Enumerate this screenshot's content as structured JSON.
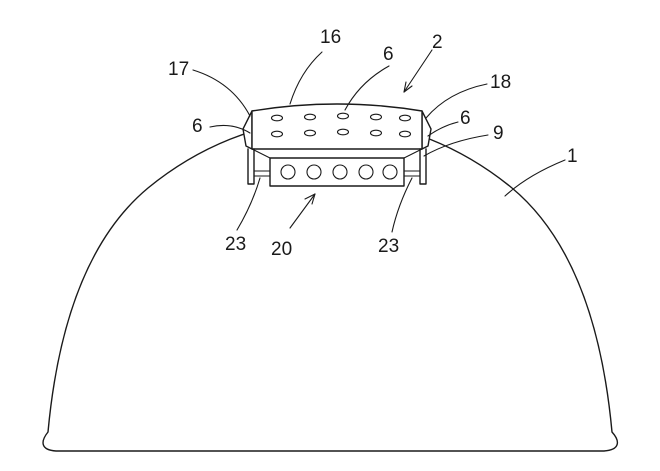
{
  "labels": {
    "helmet_shell": "1",
    "device": "2",
    "hole": "6",
    "bracket": "9",
    "top_panel": "16",
    "left_end": "17",
    "right_end": "18",
    "lamp_unit": "20",
    "support": "23"
  },
  "colors": {
    "ink": "#1a1a1a",
    "paper": "#ffffff"
  }
}
